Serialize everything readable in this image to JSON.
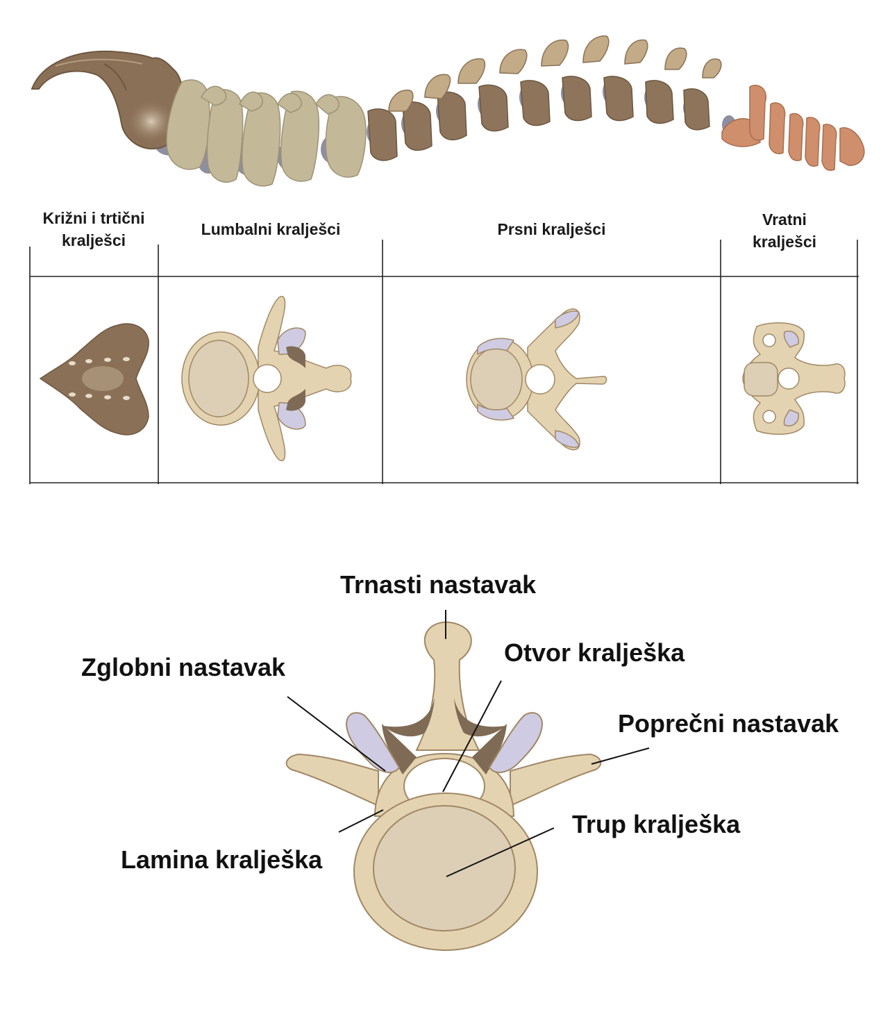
{
  "colors": {
    "sacrum": "#8a7056",
    "lumbar": "#c3b897",
    "thoracic": "#8e745a",
    "cervical": "#cf8f6c",
    "disc": "#8d8fa0",
    "bone_fill": "#e4d3b0",
    "bone_stroke": "#a08765",
    "cartilage": "#cfcbe2",
    "dark_shadow": "#7f6b55"
  },
  "regions": {
    "sacral": "Križni i trtični kralješci",
    "lumbar": "Lumbalni kralješci",
    "thoracic": "Prsni kralješci",
    "cervical": "Vratni kralješci"
  },
  "anatomy": {
    "spinous": "Trnasti nastavak",
    "foramen": "Otvor kralješka",
    "articular": "Zglobni nastavak",
    "transverse": "Poprečni nastavak",
    "body": "Trup kralješka",
    "lamina": "Lamina kralješka"
  }
}
